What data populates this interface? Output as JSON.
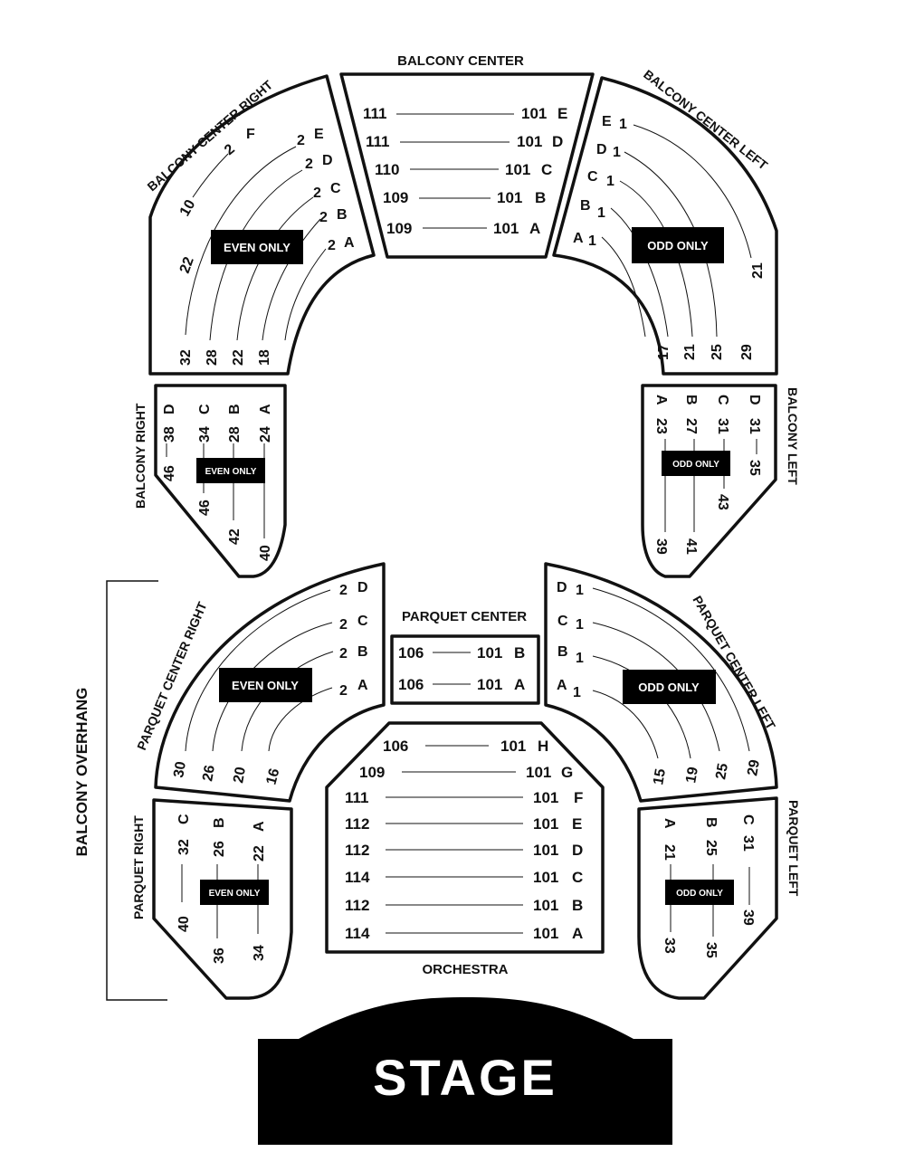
{
  "stage": "STAGE",
  "balcony_overhang": "BALCONY OVERHANG",
  "sections": {
    "balcony_center": "BALCONY CENTER",
    "balcony_center_right": "BALCONY CENTER RIGHT",
    "balcony_center_left": "BALCONY CENTER LEFT",
    "balcony_right": "BALCONY RIGHT",
    "balcony_left": "BALCONY LEFT",
    "parquet_center": "PARQUET CENTER",
    "parquet_center_right": "PARQUET CENTER RIGHT",
    "parquet_center_left": "PARQUET CENTER LEFT",
    "parquet_right": "PARQUET RIGHT",
    "parquet_left": "PARQUET LEFT",
    "orchestra": "ORCHESTRA"
  },
  "labels": {
    "even_only": "EVEN ONLY",
    "odd_only": "ODD ONLY"
  },
  "balcony_center_rows": [
    {
      "row": "E",
      "high": "111",
      "low": "101"
    },
    {
      "row": "D",
      "high": "111",
      "low": "101"
    },
    {
      "row": "C",
      "high": "110",
      "low": "101"
    },
    {
      "row": "B",
      "high": "109",
      "low": "101"
    },
    {
      "row": "A",
      "high": "109",
      "low": "101"
    }
  ],
  "balcony_center_right": {
    "rows": [
      {
        "row": "F",
        "seat": "2"
      },
      {
        "row": "E",
        "seat": "2"
      },
      {
        "row": "D",
        "seat": "2"
      },
      {
        "row": "C",
        "seat": "2"
      },
      {
        "row": "B",
        "seat": "2"
      },
      {
        "row": "A",
        "seat": "2"
      }
    ],
    "ends": [
      "10",
      "22",
      "32",
      "28",
      "22",
      "18"
    ]
  },
  "balcony_center_left": {
    "rows": [
      {
        "row": "E",
        "seat": "1"
      },
      {
        "row": "D",
        "seat": "1"
      },
      {
        "row": "C",
        "seat": "1"
      },
      {
        "row": "B",
        "seat": "1"
      },
      {
        "row": "A",
        "seat": "1"
      }
    ],
    "ends": [
      "21",
      "17",
      "21",
      "25",
      "29"
    ]
  },
  "balcony_right": {
    "rows": [
      {
        "row": "D",
        "seat": "38"
      },
      {
        "row": "C",
        "seat": "34"
      },
      {
        "row": "B",
        "seat": "28"
      },
      {
        "row": "A",
        "seat": "24"
      }
    ],
    "ends": [
      "46",
      "46",
      "42",
      "40"
    ]
  },
  "balcony_left": {
    "rows": [
      {
        "row": "A",
        "seat": "23"
      },
      {
        "row": "B",
        "seat": "27"
      },
      {
        "row": "C",
        "seat": "31"
      },
      {
        "row": "D",
        "seat": "31"
      }
    ],
    "ends": [
      "35",
      "43",
      "39",
      "41"
    ]
  },
  "parquet_center_rows": [
    {
      "row": "B",
      "high": "106",
      "low": "101"
    },
    {
      "row": "A",
      "high": "106",
      "low": "101"
    }
  ],
  "parquet_center_right": {
    "rows": [
      {
        "row": "D",
        "seat": "2"
      },
      {
        "row": "C",
        "seat": "2"
      },
      {
        "row": "B",
        "seat": "2"
      },
      {
        "row": "A",
        "seat": "2"
      }
    ],
    "ends": [
      "30",
      "26",
      "20",
      "16"
    ]
  },
  "parquet_center_left": {
    "rows": [
      {
        "row": "D",
        "seat": "1"
      },
      {
        "row": "C",
        "seat": "1"
      },
      {
        "row": "B",
        "seat": "1"
      },
      {
        "row": "A",
        "seat": "1"
      }
    ],
    "ends": [
      "15",
      "19",
      "25",
      "29"
    ]
  },
  "parquet_right": {
    "rows": [
      {
        "row": "C",
        "seat": "32"
      },
      {
        "row": "B",
        "seat": "26"
      },
      {
        "row": "A",
        "seat": "22"
      }
    ],
    "ends": [
      "40",
      "36",
      "34"
    ]
  },
  "parquet_left": {
    "rows": [
      {
        "row": "A",
        "seat": "21"
      },
      {
        "row": "B",
        "seat": "25"
      },
      {
        "row": "C",
        "seat": "31"
      }
    ],
    "ends": [
      "33",
      "35",
      "39"
    ]
  },
  "orchestra_rows": [
    {
      "row": "H",
      "high": "106",
      "low": "101"
    },
    {
      "row": "G",
      "high": "109",
      "low": "101"
    },
    {
      "row": "F",
      "high": "111",
      "low": "101"
    },
    {
      "row": "E",
      "high": "112",
      "low": "101"
    },
    {
      "row": "D",
      "high": "112",
      "low": "101"
    },
    {
      "row": "C",
      "high": "114",
      "low": "101"
    },
    {
      "row": "B",
      "high": "112",
      "low": "101"
    },
    {
      "row": "A",
      "high": "114",
      "low": "101"
    }
  ]
}
